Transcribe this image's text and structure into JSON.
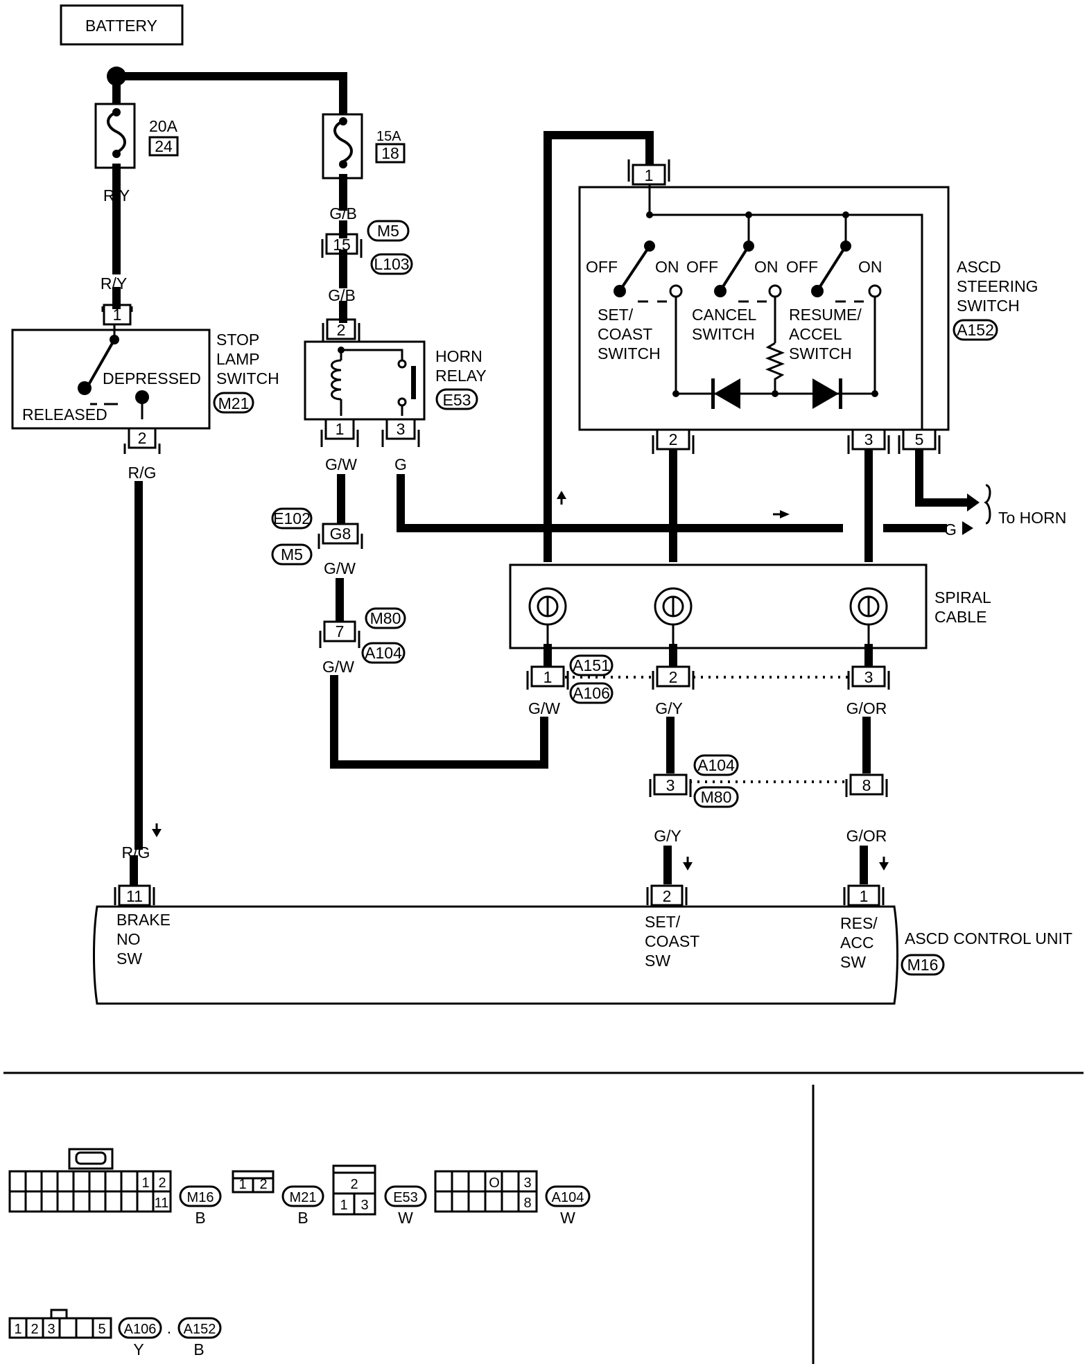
{
  "battery": "BATTERY",
  "fuse1": {
    "amp": "20A",
    "num": "24"
  },
  "fuse2": {
    "amp": "15A",
    "num": "18"
  },
  "wire": {
    "ry_top": "R/Y",
    "ry_bot": "R/Y",
    "rg_top": "R/G",
    "rg_bot": "R/G",
    "gb_top": "G/B",
    "gb_bot": "G/B",
    "gw1": "G/W",
    "gw2": "G/W",
    "gw3": "G/W",
    "gw4": "G/W",
    "g": "G",
    "g_horn": "G",
    "gy1": "G/Y",
    "gy2": "G/Y",
    "gor1": "G/OR",
    "gor2": "G/OR"
  },
  "conn": {
    "m5": "M5",
    "l103": "L103",
    "e102": "E102",
    "m5b": "M5",
    "m80": "M80",
    "a104": "A104",
    "a151": "A151",
    "a106": "A106",
    "a104b": "A104",
    "m80b": "M80",
    "m21": "M21",
    "e53": "E53",
    "a152": "A152",
    "m16": "M16"
  },
  "pins": {
    "p15": "15",
    "p2h": "2",
    "p1h": "1",
    "p3h": "3",
    "g8": "G8",
    "p7": "7",
    "s1": "1",
    "s2": "2",
    "sw1": "1",
    "sw2": "2",
    "sw3": "3",
    "sw5": "5",
    "sp1": "1",
    "sp2": "2",
    "sp3": "3",
    "j3": "3",
    "j8": "8",
    "c11": "11",
    "c2": "2",
    "c1": "1"
  },
  "stop_lamp": {
    "title1": "STOP",
    "title2": "LAMP",
    "title3": "SWITCH",
    "depressed": "DEPRESSED",
    "released": "RELEASED"
  },
  "horn_relay": {
    "title1": "HORN",
    "title2": "RELAY"
  },
  "ascd_switch": {
    "title1": "ASCD",
    "title2": "STEERING",
    "title3": "SWITCH",
    "off1": "OFF",
    "on1": "ON",
    "off2": "OFF",
    "on2": "ON",
    "off3": "OFF",
    "on3": "ON",
    "set1": "SET/",
    "set2": "COAST",
    "set3": "SWITCH",
    "can1": "CANCEL",
    "can2": "SWITCH",
    "res1": "RESUME/",
    "res2": "ACCEL",
    "res3": "SWITCH"
  },
  "to_horn": "To HORN",
  "spiral": {
    "l1": "SPIRAL",
    "l2": "CABLE"
  },
  "control_unit": {
    "title": "ASCD CONTROL UNIT",
    "brake1": "BRAKE",
    "brake2": "NO",
    "brake3": "SW",
    "set1": "SET/",
    "set2": "COAST",
    "set3": "SW",
    "res1": "RES/",
    "res2": "ACC",
    "res3": "SW"
  },
  "legend": {
    "m16": "M16",
    "m16c": "B",
    "m16p1": "1",
    "m16p2": "2",
    "m16p11": "11",
    "m21": "M21",
    "m21c": "B",
    "m21p1": "1",
    "m21p2": "2",
    "e53": "E53",
    "e53c": "W",
    "e53p2": "2",
    "e53p1": "1",
    "e53p3": "3",
    "a104": "A104",
    "a104c": "W",
    "a104p3": "3",
    "a104p8": "8",
    "a104o": "O",
    "a106": "A106",
    "a106c": "Y",
    "sep": ".",
    "a152": "A152",
    "a152c": "B",
    "ap1": "1",
    "ap2": "2",
    "ap3": "3",
    "ap5": "5"
  }
}
